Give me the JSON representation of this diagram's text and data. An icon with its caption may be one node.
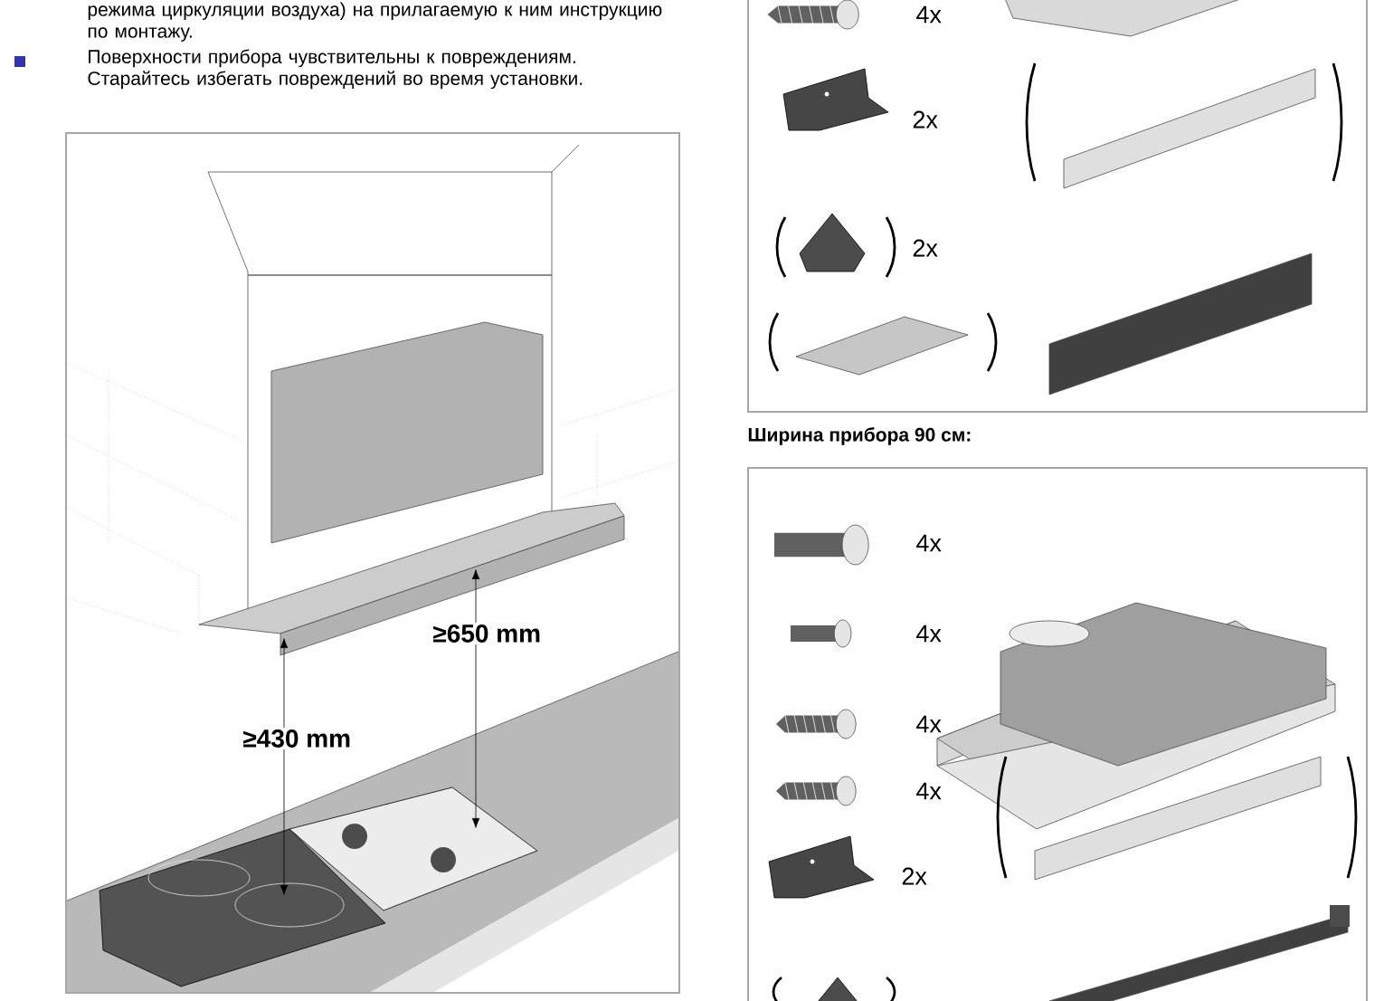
{
  "diagram": {
    "nodes": [
      {
        "text": [
          "≥650 mm",
          "≥430 mm"
        ]
      },
      {
        "text": [
          "4x",
          "2x",
          "2x"
        ]
      },
      {
        "text": [
          "Ширина прибора 90 см:",
          "4x",
          "4x",
          "4x",
          "4x",
          "2x"
        ]
      }
    ],
    "labels": [
      "режима циркуляции воздуха) на прилагаемую к ним инструкцию по монтажу.",
      "Поверхности прибора чувствительны к повреждениям. Старайтесь избегать повреждений во время установки."
    ]
  }
}
